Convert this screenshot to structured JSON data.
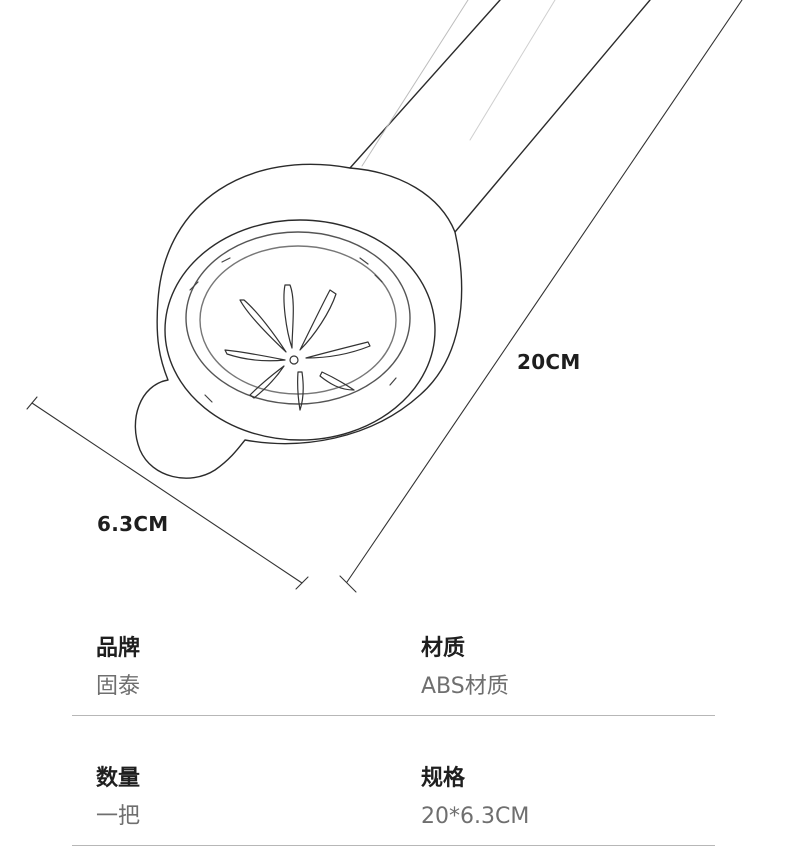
{
  "dimensions": {
    "length": "20CM",
    "width": "6.3CM"
  },
  "specs": [
    {
      "label": "品牌",
      "value": "固泰"
    },
    {
      "label": "材质",
      "value": "ABS材质"
    },
    {
      "label": "数量",
      "value": "一把"
    },
    {
      "label": "规格",
      "value": "20*6.3CM"
    }
  ]
}
